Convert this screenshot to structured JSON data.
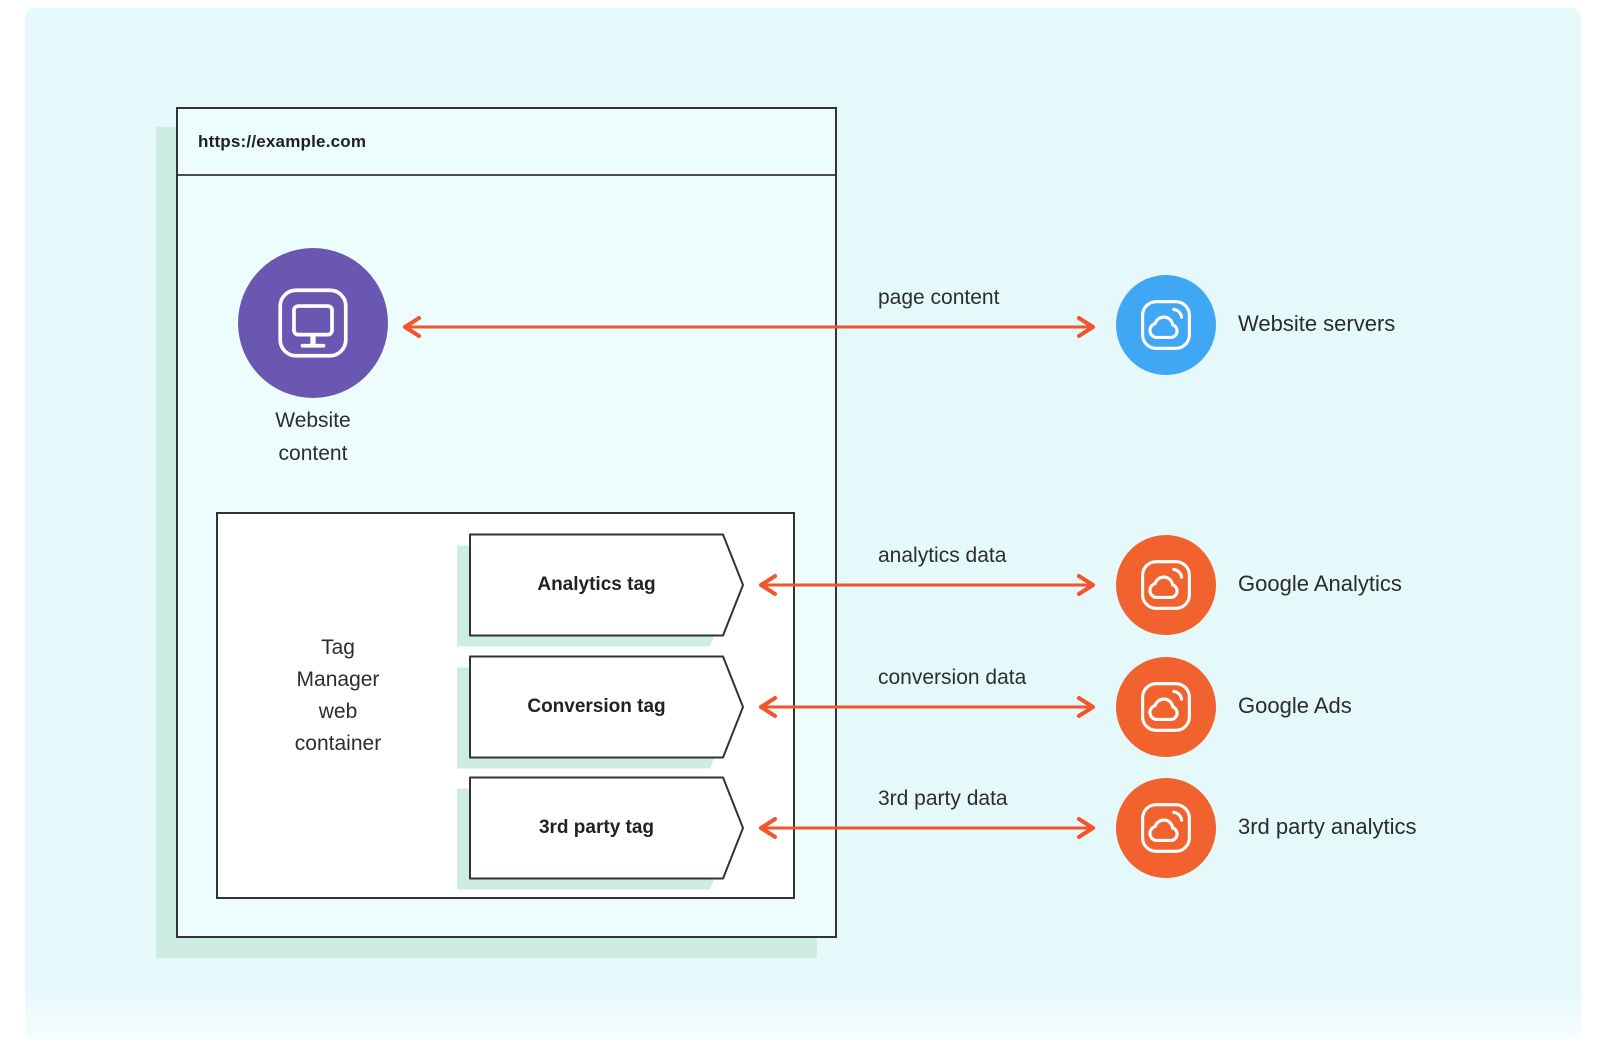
{
  "colors": {
    "panel_bg": "#E5F8FA",
    "window_bg": "#EDFCFD",
    "mint_shadow": "#CDEDE2",
    "border_dark": "#333333",
    "purple_node": "#6A57B2",
    "blue_node": "#3FA7F3",
    "orange_node": "#F2622F",
    "arrow_orange": "#F2552C",
    "text_dark": "#2B2B2B"
  },
  "browser": {
    "url": "https://example.com"
  },
  "website_content": {
    "label": "Website\ncontent"
  },
  "tag_manager": {
    "label": "Tag\nManager\nweb\ncontainer",
    "tags": [
      {
        "label": "Analytics tag"
      },
      {
        "label": "Conversion tag"
      },
      {
        "label": "3rd party tag"
      }
    ]
  },
  "connections": [
    {
      "label": "page content"
    },
    {
      "label": "analytics data"
    },
    {
      "label": "conversion data"
    },
    {
      "label": "3rd party data"
    }
  ],
  "endpoints": [
    {
      "label": "Website servers",
      "color": "#3FA7F3"
    },
    {
      "label": "Google Analytics",
      "color": "#F2622F"
    },
    {
      "label": "Google Ads",
      "color": "#F2622F"
    },
    {
      "label": "3rd party analytics",
      "color": "#F2622F"
    }
  ]
}
